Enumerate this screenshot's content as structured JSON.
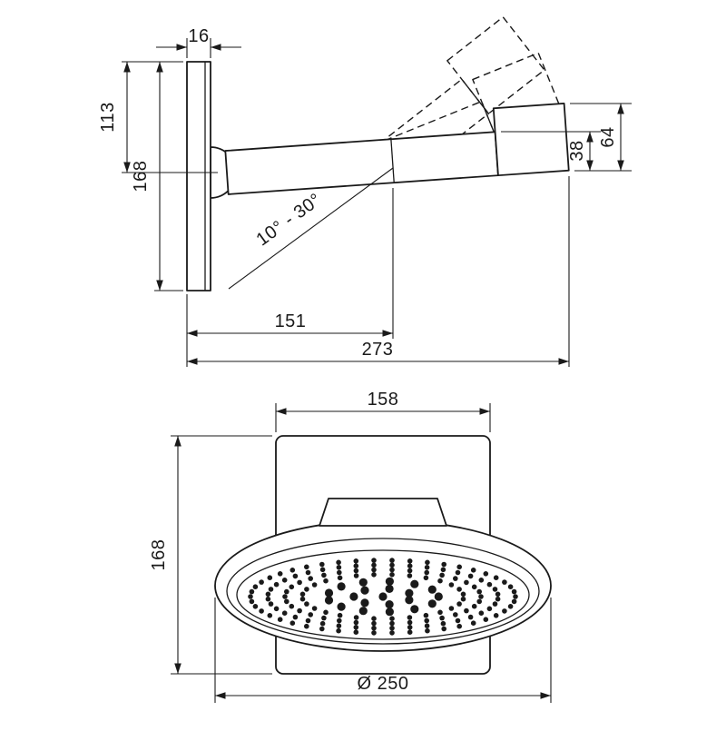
{
  "side_view": {
    "plate_thickness": "16",
    "height_to_pivot": "113",
    "plate_height": "168",
    "head_thickness": "38",
    "head_depth": "64",
    "tilt_range": "10° - 30°",
    "projection_min": "151",
    "projection_max": "273"
  },
  "front_view": {
    "bracket_width": "158",
    "bracket_height": "168",
    "diameter": "Ø 250"
  }
}
